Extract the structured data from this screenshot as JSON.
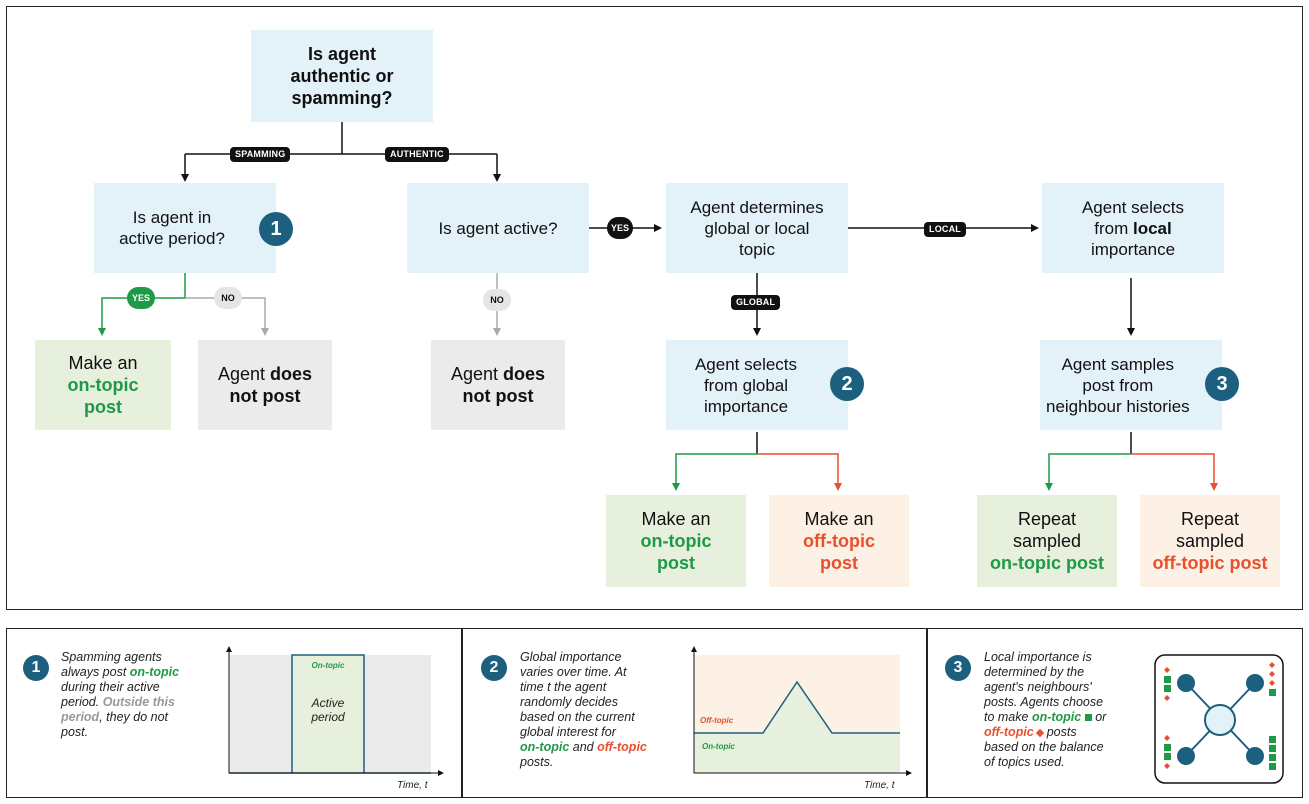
{
  "root": {
    "line1": "Is agent",
    "line2": "authentic or",
    "line3": "spamming?"
  },
  "labels": {
    "spamming": "SPAMMING",
    "authentic": "AUTHENTIC",
    "yes": "YES",
    "no": "NO",
    "local": "LOCAL",
    "global": "GLOBAL"
  },
  "box_active_period": {
    "line1": "Is agent in",
    "line2": "active period?"
  },
  "box_agent_active": {
    "text": "Is agent active?"
  },
  "box_determines": {
    "line1": "Agent determines",
    "line2": "global or local",
    "line3": "topic"
  },
  "box_select_local": {
    "line1": "Agent selects",
    "line2a": "from ",
    "line2b": "local",
    "line3": "importance"
  },
  "box_make_on_1": {
    "line1": "Make an",
    "line2": "on-topic",
    "line3": "post"
  },
  "box_not_post_1": {
    "line1a": "Agent ",
    "line1b": "does",
    "line2": "not post"
  },
  "box_not_post_2": {
    "line1a": "Agent ",
    "line1b": "does",
    "line2": "not post"
  },
  "box_select_global": {
    "line1": "Agent selects",
    "line2": "from global",
    "line3": "importance"
  },
  "box_samples": {
    "line1": "Agent samples",
    "line2": "post from",
    "line3": "neighbour histories"
  },
  "box_make_on_2": {
    "line1": "Make an",
    "line2": "on-topic",
    "line3": "post"
  },
  "box_make_off": {
    "line1": "Make an",
    "line2": "off-topic",
    "line3": "post"
  },
  "box_repeat_on": {
    "line1": "Repeat",
    "line2": "sampled",
    "line3": "on-topic post"
  },
  "box_repeat_off": {
    "line1": "Repeat",
    "line2": "sampled",
    "line3": "off-topic post"
  },
  "badges": {
    "one": "1",
    "two": "2",
    "three": "3"
  },
  "panel1": {
    "t1": "Spamming agents",
    "t2a": "always post ",
    "t2b": "on-topic",
    "t3": "during their active",
    "t4a": "period. ",
    "t4b": "Outside this",
    "t5a": "period",
    "t5b": ", they do not",
    "t6": "post.",
    "chart_label_on": "On-topic",
    "chart_active_1": "Active",
    "chart_active_2": "period",
    "axis": "Time, t"
  },
  "panel2": {
    "t1": "Global importance",
    "t2": "varies over time. At",
    "t3": "time t the agent",
    "t4": "randomly decides",
    "t5": "based on the current",
    "t6": "global interest for",
    "t7a": "on-topic",
    "t7b": " and ",
    "t7c": "off-topic",
    "t8": "posts.",
    "chart_label_off": "Off-topic",
    "chart_label_on": "On-topic",
    "axis": "Time, t"
  },
  "panel3": {
    "t1": "Local importance is",
    "t2": "determined by the",
    "t3": "agent's neighbours'",
    "t4": "posts. Agents choose",
    "t5a": "to make ",
    "t5b": "on-topic",
    "t5c": " or",
    "t6a": "off-topic",
    "t6b": " posts",
    "t7": "based on the balance",
    "t8": "of topics used."
  },
  "colors": {
    "on_topic": "#1e9a46",
    "off_topic": "#e8502e",
    "badge": "#1d5f7f",
    "box_blue": "#e3f1f8"
  }
}
